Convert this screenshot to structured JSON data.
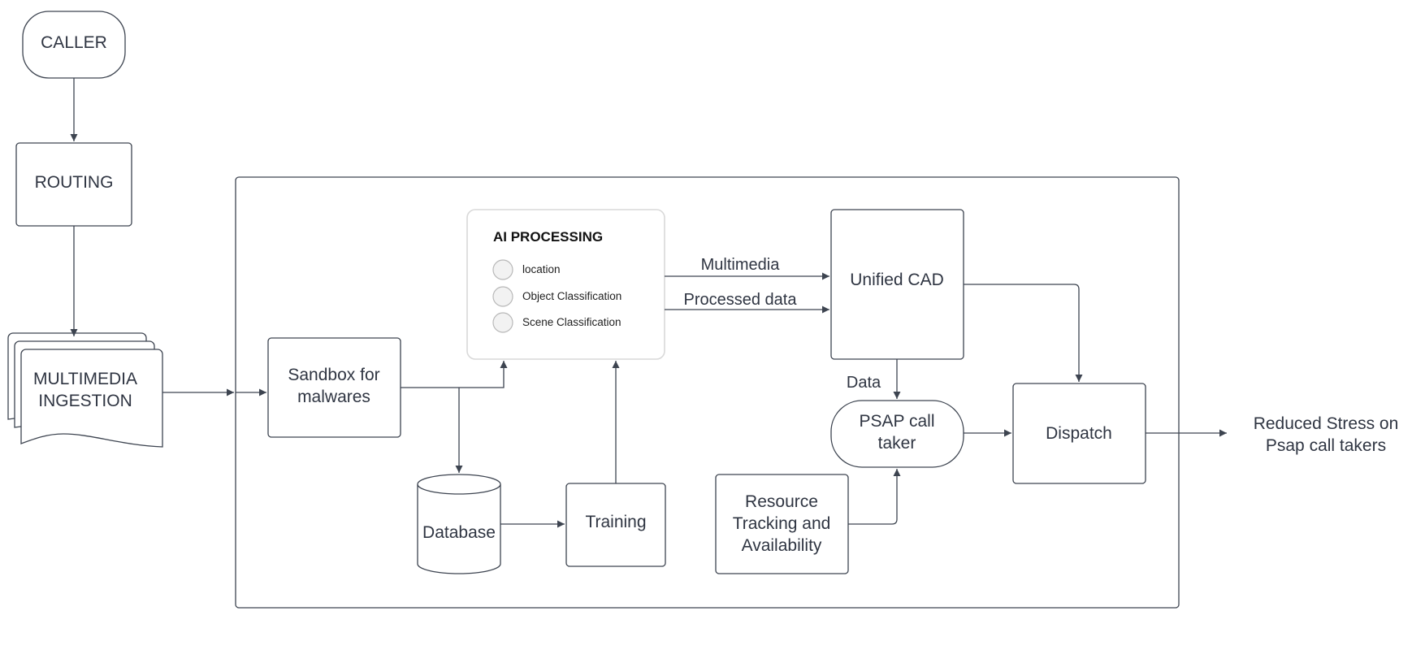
{
  "colors": {
    "stroke": "#3d4450",
    "text": "#2f3542",
    "ai_border": "#d9d9d9",
    "bullet_fill": "#f2f2f2"
  },
  "nodes": {
    "caller": "CALLER",
    "routing": "ROUTING",
    "ingestion": [
      "MULTIMEDIA",
      "INGESTION"
    ],
    "sandbox": [
      "Sandbox for",
      "malwares"
    ],
    "ai_processing": {
      "title": "AI PROCESSING",
      "items": [
        "location",
        "Object Classification",
        "Scene Classification"
      ]
    },
    "database": "Database",
    "training": "Training",
    "unified_cad": "Unified CAD",
    "psap": [
      "PSAP call",
      "taker"
    ],
    "resource": [
      "Resource",
      "Tracking and",
      "Availability"
    ],
    "dispatch": "Dispatch",
    "outcome": [
      "Reduced Stress on",
      "Psap call takers"
    ]
  },
  "edge_labels": {
    "multimedia": "Multimedia",
    "processed": "Processed data",
    "data": "Data"
  }
}
